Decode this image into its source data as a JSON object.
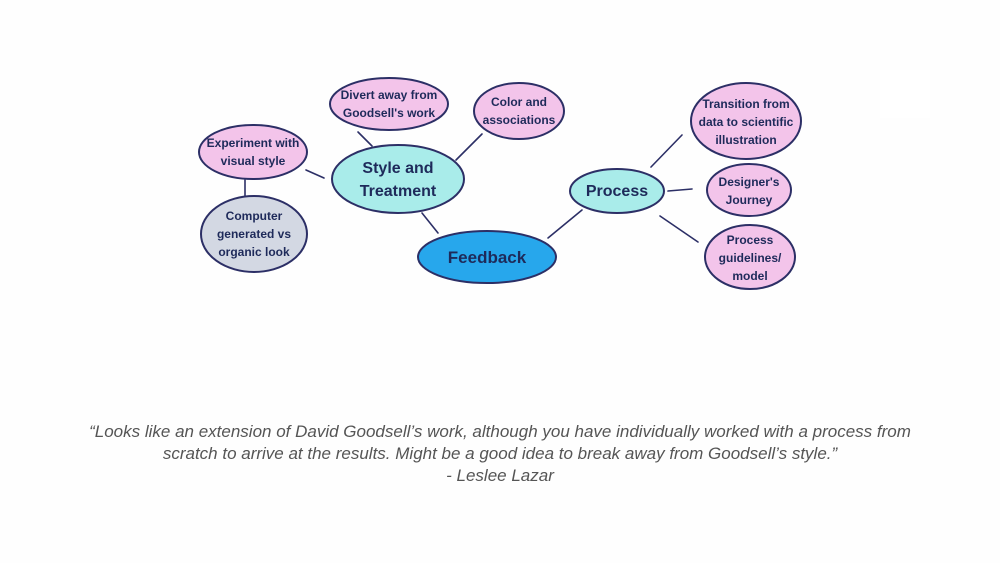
{
  "colors": {
    "pink": "#f3c4ea",
    "teal": "#a9ecea",
    "gray": "#d3d8e3",
    "blue": "#27a7ec",
    "outline": "#2c2f66",
    "text": "#1e2a5a",
    "quote": "#555555"
  },
  "nodes": {
    "feedback": {
      "lines": [
        "Feedback"
      ]
    },
    "style_treatment": {
      "lines": [
        "Style and",
        "Treatment"
      ]
    },
    "process": {
      "lines": [
        "Process"
      ]
    },
    "divert": {
      "lines": [
        "Divert away from",
        "Goodsell's work"
      ]
    },
    "color_assoc": {
      "lines": [
        "Color and",
        "associations"
      ]
    },
    "experiment": {
      "lines": [
        "Experiment with",
        "visual style"
      ]
    },
    "computer": {
      "lines": [
        "Computer",
        "generated vs",
        "organic look"
      ]
    },
    "transition": {
      "lines": [
        "Transition from",
        "data to scientific",
        "illustration"
      ]
    },
    "designers_journey": {
      "lines": [
        "Designer's",
        "Journey"
      ]
    },
    "process_guidelines": {
      "lines": [
        "Process",
        "guidelines/",
        "model"
      ]
    }
  },
  "quote": {
    "line1": "“Looks like an extension of David Goodsell’s work, although you have individually worked with a process from",
    "line2": "scratch to arrive at the results. Might be a good idea to break away from Goodsell’s style.”",
    "author": "- Leslee Lazar"
  }
}
